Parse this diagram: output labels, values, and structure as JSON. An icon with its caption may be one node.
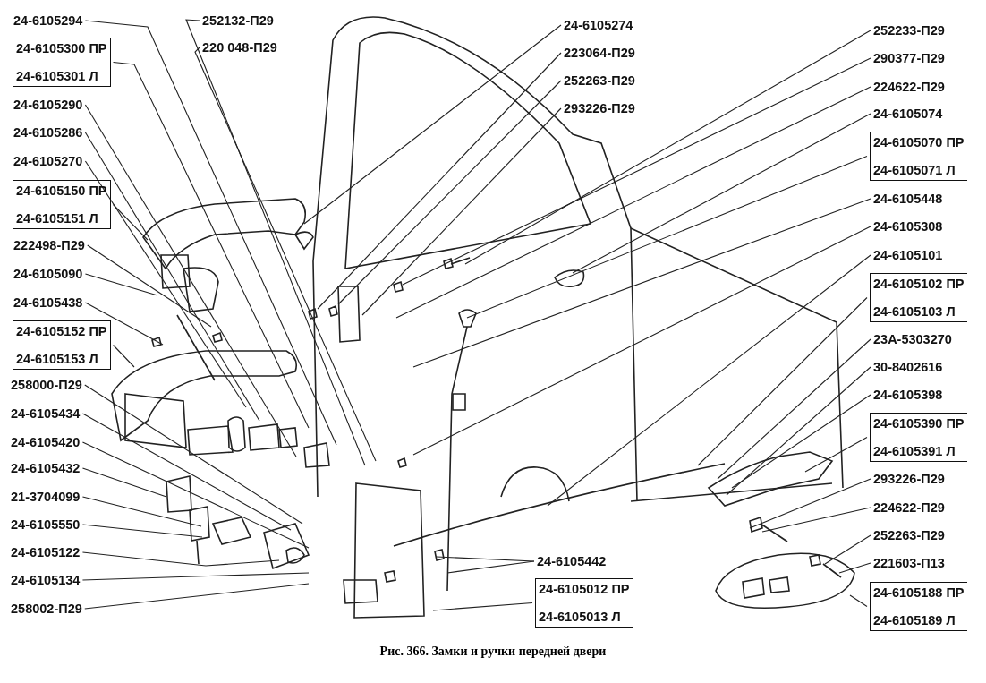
{
  "diagram": {
    "caption": "Рис. 366. Замки и ручки передней двери",
    "nodes": [
      {
        "text": [
          "24-6105294"
        ]
      },
      {
        "text": [
          "24-6105300 ПР",
          "24-6105301 Л"
        ]
      },
      {
        "text": [
          "24-6105290"
        ]
      },
      {
        "text": [
          "24-6105286"
        ]
      },
      {
        "text": [
          "24-6105270"
        ]
      },
      {
        "text": [
          "24-6105150 ПР",
          "24-6105151 Л"
        ]
      },
      {
        "text": [
          "222498-П29"
        ]
      },
      {
        "text": [
          "24-6105090"
        ]
      },
      {
        "text": [
          "24-6105438"
        ]
      },
      {
        "text": [
          "24-6105152 ПР",
          "24-6105153 Л"
        ]
      },
      {
        "text": [
          "258000-П29"
        ]
      },
      {
        "text": [
          "24-6105434"
        ]
      },
      {
        "text": [
          "24-6105420"
        ]
      },
      {
        "text": [
          "24-6105432"
        ]
      },
      {
        "text": [
          "21-3704099"
        ]
      },
      {
        "text": [
          "24-6105550"
        ]
      },
      {
        "text": [
          "24-6105122"
        ]
      },
      {
        "text": [
          "24-6105134"
        ]
      },
      {
        "text": [
          "258002-П29"
        ]
      },
      {
        "text": [
          "252132-П29"
        ]
      },
      {
        "text": [
          "220 048-П29"
        ]
      },
      {
        "text": [
          "24-6105274"
        ]
      },
      {
        "text": [
          "223064-П29"
        ]
      },
      {
        "text": [
          "252263-П29"
        ]
      },
      {
        "text": [
          "293226-П29"
        ]
      },
      {
        "text": [
          "252233-П29"
        ]
      },
      {
        "text": [
          "290377-П29"
        ]
      },
      {
        "text": [
          "224622-П29"
        ]
      },
      {
        "text": [
          "24-6105074"
        ]
      },
      {
        "text": [
          "24-6105070 ПР",
          "24-6105071 Л"
        ]
      },
      {
        "text": [
          "24-6105448"
        ]
      },
      {
        "text": [
          "24-6105308"
        ]
      },
      {
        "text": [
          "24-6105101"
        ]
      },
      {
        "text": [
          "24-6105102 ПР",
          "24-6105103 Л"
        ]
      },
      {
        "text": [
          "23А-5303270"
        ]
      },
      {
        "text": [
          "30-8402616"
        ]
      },
      {
        "text": [
          "24-6105398"
        ]
      },
      {
        "text": [
          "24-6105390 ПР",
          "24-6105391 Л"
        ]
      },
      {
        "text": [
          "293226-П29"
        ]
      },
      {
        "text": [
          "224622-П29"
        ]
      },
      {
        "text": [
          "252263-П29"
        ]
      },
      {
        "text": [
          "221603-П13"
        ]
      },
      {
        "text": [
          "24-6105188 ПР",
          "24-6105189 Л"
        ]
      },
      {
        "text": [
          "24-6105442"
        ]
      },
      {
        "text": [
          "24-6105012 ПР",
          "24-6105013 Л"
        ]
      }
    ],
    "edges": [
      {
        "from": 0,
        "to": null,
        "arrow": "none"
      },
      {
        "from": 1,
        "to": null,
        "arrow": "none"
      },
      {
        "from": 2,
        "to": null,
        "arrow": "none"
      },
      {
        "from": 3,
        "to": null,
        "arrow": "none"
      },
      {
        "from": 4,
        "to": null,
        "arrow": "none"
      },
      {
        "from": 5,
        "to": null,
        "arrow": "none"
      },
      {
        "from": 6,
        "to": null,
        "arrow": "none"
      },
      {
        "from": 7,
        "to": null,
        "arrow": "none"
      },
      {
        "from": 8,
        "to": null,
        "arrow": "none"
      },
      {
        "from": 9,
        "to": null,
        "arrow": "none"
      },
      {
        "from": 10,
        "to": null,
        "arrow": "none"
      },
      {
        "from": 11,
        "to": null,
        "arrow": "none"
      },
      {
        "from": 12,
        "to": null,
        "arrow": "none"
      },
      {
        "from": 13,
        "to": null,
        "arrow": "none"
      },
      {
        "from": 14,
        "to": null,
        "arrow": "none"
      },
      {
        "from": 15,
        "to": null,
        "arrow": "none"
      },
      {
        "from": 16,
        "to": null,
        "arrow": "none"
      },
      {
        "from": 17,
        "to": null,
        "arrow": "none"
      },
      {
        "from": 18,
        "to": null,
        "arrow": "none"
      },
      {
        "from": 19,
        "to": null,
        "arrow": "none"
      },
      {
        "from": 20,
        "to": null,
        "arrow": "none"
      },
      {
        "from": 21,
        "to": null,
        "arrow": "none"
      },
      {
        "from": 22,
        "to": null,
        "arrow": "none"
      },
      {
        "from": 23,
        "to": null,
        "arrow": "none"
      },
      {
        "from": 24,
        "to": null,
        "arrow": "none"
      },
      {
        "from": 25,
        "to": null,
        "arrow": "none"
      },
      {
        "from": 26,
        "to": null,
        "arrow": "none"
      },
      {
        "from": 27,
        "to": null,
        "arrow": "none"
      },
      {
        "from": 28,
        "to": null,
        "arrow": "none"
      },
      {
        "from": 29,
        "to": null,
        "arrow": "none"
      },
      {
        "from": 30,
        "to": null,
        "arrow": "none"
      },
      {
        "from": 31,
        "to": null,
        "arrow": "none"
      },
      {
        "from": 32,
        "to": null,
        "arrow": "none"
      },
      {
        "from": 33,
        "to": null,
        "arrow": "none"
      },
      {
        "from": 34,
        "to": null,
        "arrow": "none"
      },
      {
        "from": 35,
        "to": null,
        "arrow": "none"
      },
      {
        "from": 36,
        "to": null,
        "arrow": "none"
      },
      {
        "from": 37,
        "to": null,
        "arrow": "none"
      },
      {
        "from": 38,
        "to": null,
        "arrow": "none"
      },
      {
        "from": 39,
        "to": null,
        "arrow": "none"
      },
      {
        "from": 40,
        "to": null,
        "arrow": "none"
      },
      {
        "from": 41,
        "to": null,
        "arrow": "none"
      },
      {
        "from": 42,
        "to": null,
        "arrow": "none"
      },
      {
        "from": 43,
        "to": null,
        "arrow": "none"
      },
      {
        "from": 43,
        "to": null,
        "arrow": "none"
      },
      {
        "from": 44,
        "to": null,
        "arrow": "none"
      }
    ]
  }
}
